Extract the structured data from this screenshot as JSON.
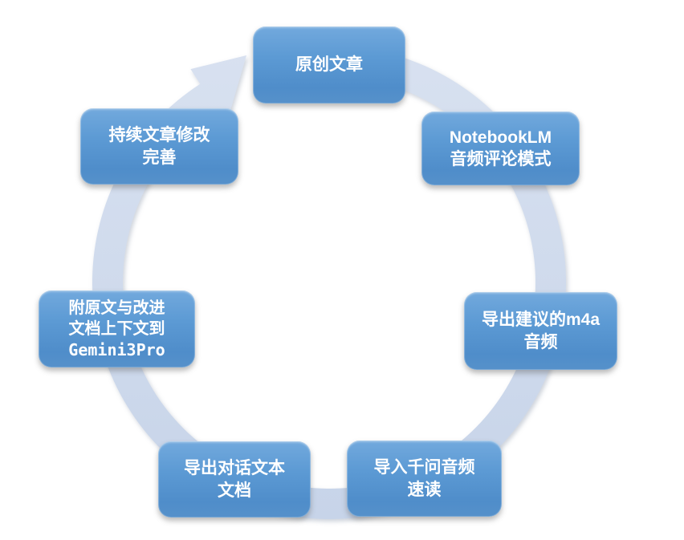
{
  "diagram": {
    "type": "cycle",
    "direction": "clockwise",
    "colors": {
      "node_fill_top": "#72A9DD",
      "node_fill_bottom": "#4F8DCA",
      "node_text": "#FFFFFF",
      "ring": "#CFDAEC"
    },
    "nodes": [
      {
        "id": "original-article",
        "position": "top",
        "lines": [
          "原创文章"
        ]
      },
      {
        "id": "notebooklm-audio-review",
        "position": "top-right",
        "lines": [
          "NotebookLM",
          "音频评论模式"
        ]
      },
      {
        "id": "export-suggested-m4a-audio",
        "position": "right",
        "lines": [
          "导出建议的m4a",
          "音频"
        ]
      },
      {
        "id": "import-qianwen-audio-speedread",
        "position": "bottom-right",
        "lines": [
          "导入千问音频",
          "速读"
        ]
      },
      {
        "id": "export-dialogue-text-doc",
        "position": "bottom-left",
        "lines": [
          "导出对话文本",
          "文档"
        ]
      },
      {
        "id": "attach-context-to-gemini3pro",
        "position": "left",
        "lines": [
          "附原文与改进",
          "文档上下文到",
          "Gemini3Pro"
        ]
      },
      {
        "id": "continuous-article-revision",
        "position": "top-left",
        "lines": [
          "持续文章修改",
          "完善"
        ]
      }
    ]
  }
}
